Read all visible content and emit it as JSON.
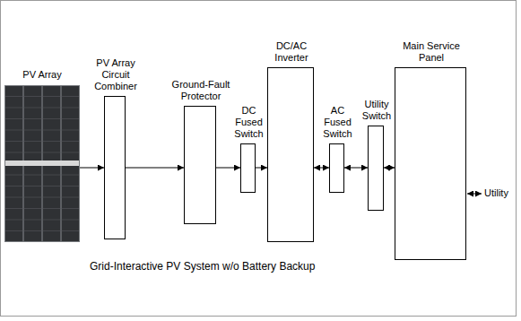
{
  "diagram": {
    "caption": "Grid-Interactive PV System w/o Battery Backup",
    "nodes": [
      {
        "text": [
          "PV Array"
        ]
      },
      {
        "text": [
          "PV Array Circuit Combiner"
        ]
      },
      {
        "text": [
          "Ground-Fault Protector"
        ]
      },
      {
        "text": [
          "DC Fused Switch"
        ]
      },
      {
        "text": [
          "DC/AC Inverter"
        ]
      },
      {
        "text": [
          "AC Fused Switch"
        ]
      },
      {
        "text": [
          "Utility Switch"
        ]
      },
      {
        "text": [
          "Main Service Panel"
        ]
      }
    ],
    "edges": [
      {
        "from": 0,
        "to": 1,
        "arrow": "to"
      },
      {
        "from": 1,
        "to": 2,
        "arrow": "to"
      },
      {
        "from": 2,
        "to": 3,
        "arrow": "to"
      },
      {
        "from": 3,
        "to": 4,
        "arrow": "to"
      },
      {
        "from": 4,
        "to": 5,
        "arrow": "both"
      },
      {
        "from": 5,
        "to": 6,
        "arrow": "both"
      },
      {
        "from": 6,
        "to": 7,
        "arrow": "both"
      }
    ],
    "labels": [
      "Utility"
    ]
  }
}
